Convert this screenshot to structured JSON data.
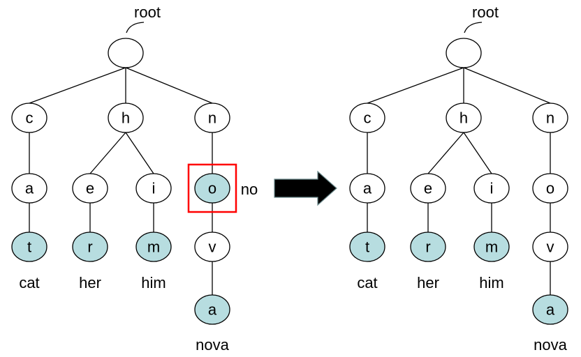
{
  "diagram": {
    "title": "Trie deletion of word 'no'",
    "colors": {
      "terminal_fill": "#b7dde0",
      "normal_fill": "#ffffff",
      "highlight_box": "#ff0000",
      "arrow": "#000000"
    },
    "root_label": "root",
    "before": {
      "nodes": [
        {
          "id": "root",
          "label": "",
          "terminal": false
        },
        {
          "id": "c",
          "label": "c",
          "terminal": false,
          "parent": "root"
        },
        {
          "id": "h",
          "label": "h",
          "terminal": false,
          "parent": "root"
        },
        {
          "id": "n",
          "label": "n",
          "terminal": false,
          "parent": "root"
        },
        {
          "id": "ca",
          "label": "a",
          "terminal": false,
          "parent": "c"
        },
        {
          "id": "he",
          "label": "e",
          "terminal": false,
          "parent": "h"
        },
        {
          "id": "hi",
          "label": "i",
          "terminal": false,
          "parent": "h"
        },
        {
          "id": "no",
          "label": "o",
          "terminal": true,
          "parent": "n",
          "highlighted": true
        },
        {
          "id": "cat",
          "label": "t",
          "terminal": true,
          "parent": "ca"
        },
        {
          "id": "her",
          "label": "r",
          "terminal": true,
          "parent": "he"
        },
        {
          "id": "him",
          "label": "m",
          "terminal": true,
          "parent": "hi"
        },
        {
          "id": "nov",
          "label": "v",
          "terminal": false,
          "parent": "no"
        },
        {
          "id": "nova",
          "label": "a",
          "terminal": true,
          "parent": "nov"
        }
      ],
      "word_labels": [
        "cat",
        "her",
        "him",
        "nova"
      ],
      "highlight_word": "no"
    },
    "after": {
      "nodes": [
        {
          "id": "root",
          "label": "",
          "terminal": false
        },
        {
          "id": "c",
          "label": "c",
          "terminal": false,
          "parent": "root"
        },
        {
          "id": "h",
          "label": "h",
          "terminal": false,
          "parent": "root"
        },
        {
          "id": "n",
          "label": "n",
          "terminal": false,
          "parent": "root"
        },
        {
          "id": "ca",
          "label": "a",
          "terminal": false,
          "parent": "c"
        },
        {
          "id": "he",
          "label": "e",
          "terminal": false,
          "parent": "h"
        },
        {
          "id": "hi",
          "label": "i",
          "terminal": false,
          "parent": "h"
        },
        {
          "id": "no",
          "label": "o",
          "terminal": false,
          "parent": "n"
        },
        {
          "id": "cat",
          "label": "t",
          "terminal": true,
          "parent": "ca"
        },
        {
          "id": "her",
          "label": "r",
          "terminal": true,
          "parent": "he"
        },
        {
          "id": "him",
          "label": "m",
          "terminal": true,
          "parent": "hi"
        },
        {
          "id": "nov",
          "label": "v",
          "terminal": false,
          "parent": "no"
        },
        {
          "id": "nova",
          "label": "a",
          "terminal": true,
          "parent": "nov"
        }
      ],
      "word_labels": [
        "cat",
        "her",
        "him",
        "nova"
      ]
    }
  }
}
